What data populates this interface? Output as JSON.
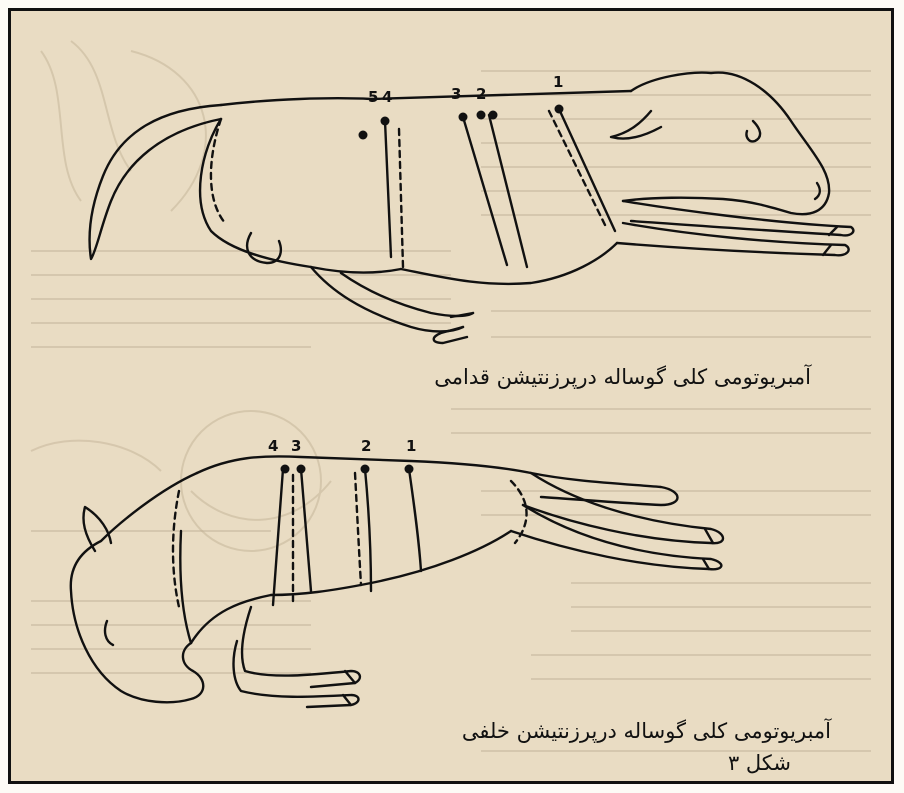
{
  "figure": {
    "top_panel": {
      "caption": "آمبریوتومی کلی گوساله درپرزنتیشن قدامی",
      "cut_labels": [
        "5",
        "4",
        "3",
        "2",
        "1"
      ]
    },
    "bottom_panel": {
      "caption": "آمبریوتومی کلی گوساله درپرزنتیشن خلفی",
      "cut_labels": [
        "4",
        "3",
        "2",
        "1"
      ]
    },
    "figure_label": "شکل ۳"
  },
  "colors": {
    "paper": "#e9dcc3",
    "ink": "#111111",
    "border": "#111111"
  }
}
